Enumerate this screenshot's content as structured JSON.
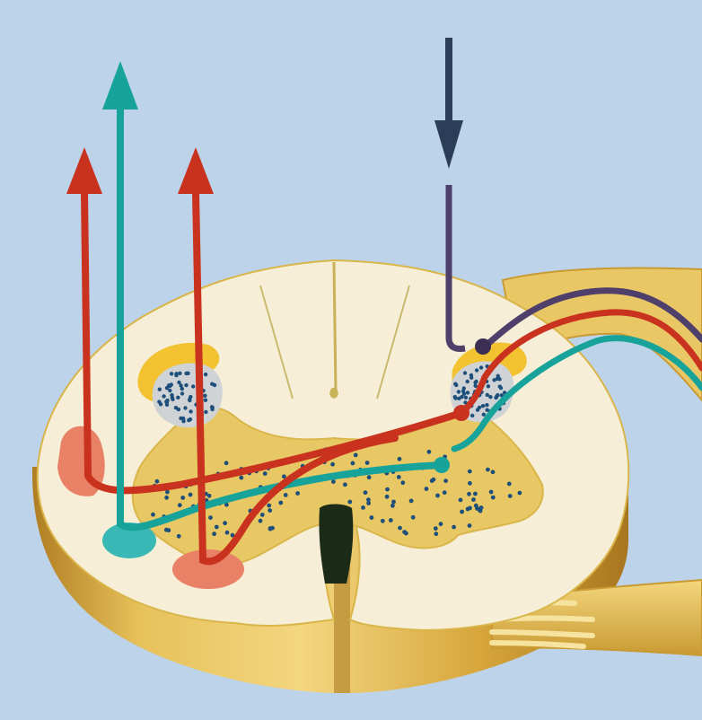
{
  "figure": {
    "description": "",
    "colors": {
      "background": "#bdd3ea",
      "white_matter": "#f6eed6",
      "gray_matter": "#e8c865",
      "gray_outline": "#d9b54a",
      "substantia_gelatinosa": "#f2c230",
      "dorsal_horn_nucleus": "#cfd3d6",
      "cut_side": "#d6a83c",
      "cut_side_dark": "#b7872a",
      "nerve_root": "#e9c765",
      "tract_red": "#c8321e",
      "tract_teal": "#17a39a",
      "tract_purple": "#4f3f6b",
      "descending_arrow": "#2c3d57",
      "target_area_red": "#e98166",
      "target_area_teal": "#39b8b6",
      "cell_dots": "#1e4f7a"
    },
    "elements": [
      "spinal-cord-cross-section",
      "gray-matter-butterfly",
      "dorsal-root",
      "ventral-root",
      "red-ascending-tract-lateral",
      "teal-ascending-tract",
      "red-ascending-tract-medial",
      "descending-tract"
    ]
  }
}
